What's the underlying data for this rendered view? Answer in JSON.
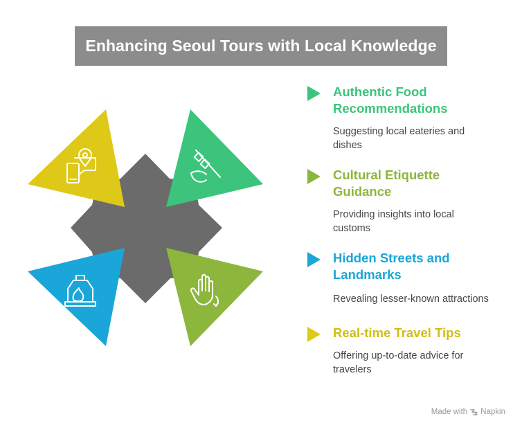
{
  "title": "Enhancing Seoul Tours with Local Knowledge",
  "colors": {
    "food": "#3cc47c",
    "etiquette": "#8db63c",
    "streets": "#1aa6d8",
    "tips": "#dfc918",
    "center": "#6b6b6b",
    "title_bg": "#8c8c8c"
  },
  "items": [
    {
      "heading": "Authentic Food Recommendations",
      "heading_l1": "Authentic Food",
      "heading_l2": "Recommendations",
      "desc_l1": "Suggesting local eateries and",
      "desc_l2": "dishes",
      "icon": "skewer-food-icon"
    },
    {
      "heading": "Cultural Etiquette Guidance",
      "heading_l1": "Cultural Etiquette",
      "heading_l2": "Guidance",
      "desc_l1": "Providing insights into local",
      "desc_l2": "customs",
      "icon": "waving-hand-icon"
    },
    {
      "heading": "Hidden Streets and Landmarks",
      "heading_l1": "Hidden Streets and",
      "heading_l2": "Landmarks",
      "desc_l1": "Revealing lesser-known attractions",
      "icon": "lantern-icon"
    },
    {
      "heading": "Real-time Travel Tips",
      "heading_l1": "Real-time Travel Tips",
      "desc_l1": "Offering up-to-date advice for",
      "desc_l2": "travelers",
      "icon": "phone-map-pin-icon"
    }
  ],
  "footer": {
    "made_with": "Made with",
    "brand": "Napkin"
  }
}
